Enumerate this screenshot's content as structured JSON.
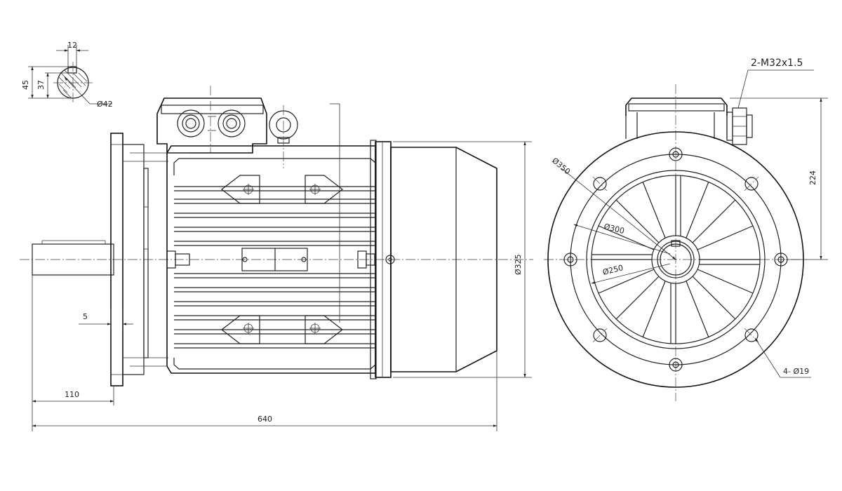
{
  "dimensions": {
    "shaft_key_width": "12",
    "shaft_height_outer": "45",
    "shaft_height_inner": "37",
    "shaft_diameter": "Ø42",
    "flange_gap": "5",
    "shaft_length": "110",
    "overall_length": "640",
    "body_diameter": "Ø325",
    "cable_gland": "2-M32x1.5",
    "flange_outer": "Ø350",
    "bolt_circle": "Ø300",
    "spigot": "Ø250",
    "shaft_height": "224",
    "mounting_holes": "4- Ø19"
  }
}
